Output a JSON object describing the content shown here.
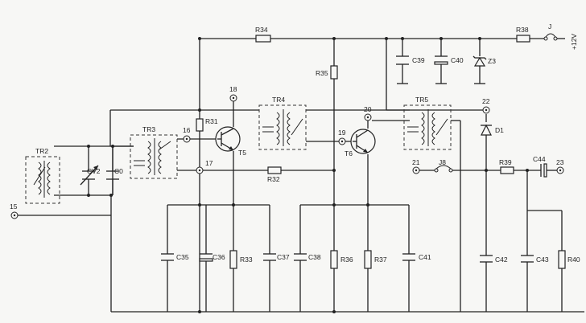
{
  "components": {
    "R34": "R34",
    "R35": "R35",
    "R38": "R38",
    "J": "J",
    "supply": "+12V",
    "C39": "C39",
    "C40": "C40",
    "Z3": "Z3",
    "TR2": "TR2",
    "TR3": "TR3",
    "TR4": "TR4",
    "TR5": "TR5",
    "CV2": "CV2",
    "C0": "C0",
    "R31": "R31",
    "R32": "R32",
    "T5": "T5",
    "T6": "T6",
    "D1": "D1",
    "J8": "J8",
    "R39": "R39",
    "C44": "C44",
    "C35": "C35",
    "C36": "C36",
    "R33": "R33",
    "C37": "C37",
    "C38": "C38",
    "R36": "R36",
    "R37": "R37",
    "C41": "C41",
    "C42": "C42",
    "C43": "C43",
    "R40": "R40"
  },
  "nodes": {
    "n15": "15",
    "n16": "16",
    "n17": "17",
    "n18": "18",
    "n19": "19",
    "n20": "20",
    "n21": "21",
    "n22": "22",
    "n23": "23"
  }
}
